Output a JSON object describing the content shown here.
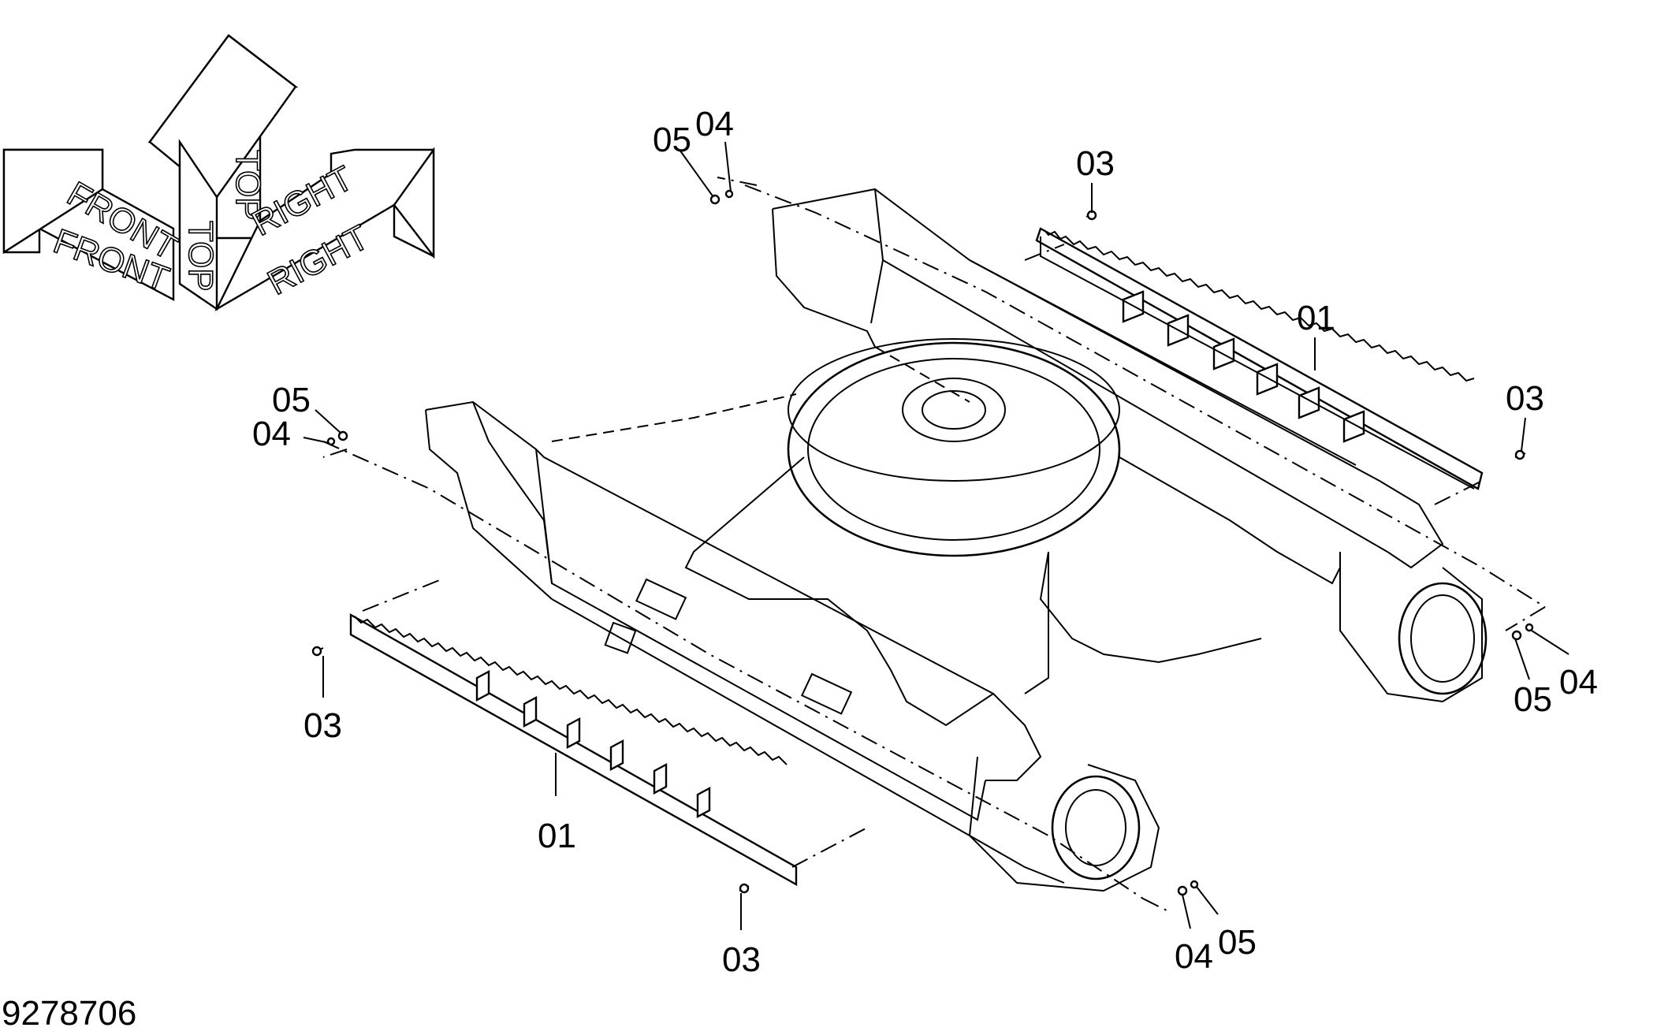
{
  "orientation": {
    "top": "TOP",
    "front": "FRONT",
    "right": "RIGHT"
  },
  "drawing_number": "9278706",
  "callouts": {
    "c1_05": "05",
    "c1_04": "04",
    "c2_03": "03",
    "c3_01": "01",
    "c4_03": "03",
    "c5_05": "05",
    "c5_04": "04",
    "c6_05": "05",
    "c6_04": "04",
    "c7_03": "03",
    "c8_01": "01",
    "c9_03": "03",
    "c10_04": "04",
    "c10_05": "05"
  }
}
